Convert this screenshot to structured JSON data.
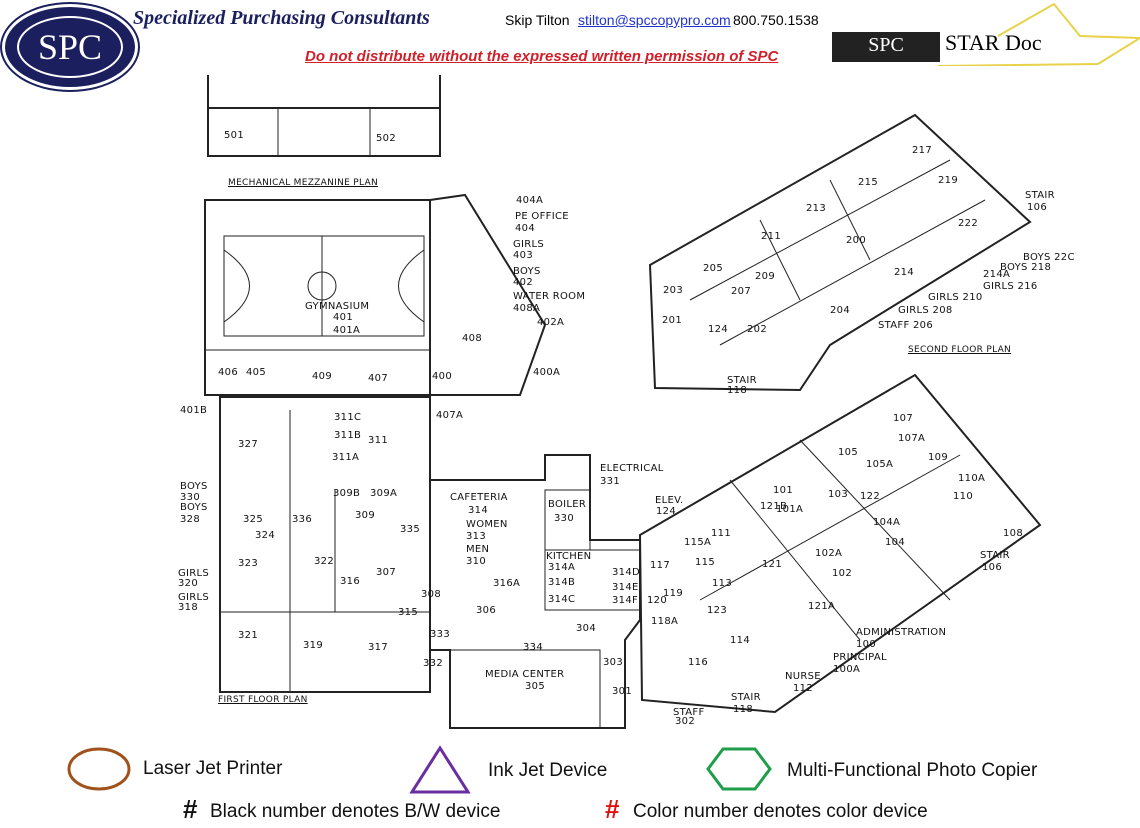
{
  "header": {
    "logo_text": "SPC",
    "company": "Specialized Purchasing Consultants",
    "contact_name": "Skip Tilton",
    "contact_email": "stilton@spccopypro.com",
    "contact_phone": "800.750.1538",
    "warning": "Do not distribute without the expressed written permission of SPC",
    "stardoc_logo": "SPC",
    "stardoc_name": "STAR Doc"
  },
  "plan": {
    "labels": [
      "501",
      "502",
      "MECHANICAL MEZZANINE PLAN",
      "404A",
      "PE OFFICE",
      "404",
      "GIRLS",
      "403",
      "BOYS",
      "402",
      "WATER ROOM",
      "408A",
      "402A",
      "GYMNASIUM",
      "401",
      "401A",
      "408",
      "400",
      "400A",
      "406",
      "405",
      "409",
      "407",
      "401B",
      "407A",
      "311C",
      "311B",
      "311",
      "311A",
      "327",
      "BOYS",
      "330",
      "BOYS",
      "328",
      "309B",
      "309A",
      "325",
      "336",
      "309",
      "324",
      "335",
      "323",
      "322",
      "307",
      "316",
      "GIRLS",
      "320",
      "GIRLS",
      "318",
      "308",
      "315",
      "321",
      "319",
      "317",
      "333",
      "332",
      "FIRST FLOOR PLAN",
      "CAFETERIA",
      "314",
      "WOMEN",
      "313",
      "MEN",
      "310",
      "BOILER",
      "330",
      "KITCHEN",
      "314A",
      "314B",
      "314C",
      "314D",
      "314E",
      "314F",
      "316A",
      "306",
      "304",
      "334",
      "303",
      "MEDIA CENTER",
      "305",
      "301",
      "STAFF",
      "302",
      "ELECTRICAL",
      "331",
      "ELEV.",
      "124",
      "117",
      "115A",
      "111",
      "115",
      "113",
      "121B",
      "101",
      "101A",
      "103",
      "105",
      "105A",
      "122",
      "107",
      "107A",
      "109",
      "110A",
      "110",
      "108",
      "104A",
      "104",
      "102A",
      "102",
      "121",
      "119",
      "120",
      "118A",
      "123",
      "121A",
      "ADMINISTRATION",
      "100",
      "PRINCIPAL",
      "100A",
      "NURSE",
      "112",
      "116",
      "114",
      "STAIR",
      "118",
      "STAIR",
      "106",
      "217",
      "215",
      "219",
      "222",
      "STAIR",
      "106",
      "213",
      "211",
      "200",
      "214",
      "214A",
      "205",
      "207",
      "209",
      "203",
      "201",
      "124",
      "202",
      "204",
      "BOYS 22C",
      "BOYS 218",
      "GIRLS 216",
      "GIRLS 210",
      "GIRLS 208",
      "STAFF 206",
      "STAIR",
      "118",
      "SECOND FLOOR PLAN"
    ]
  },
  "legend": {
    "laser": "Laser Jet Printer",
    "inkjet": "Ink Jet Device",
    "mfp": "Multi-Functional Photo Copier",
    "hash": "#",
    "bw": "Black number denotes B/W device",
    "color": "Color number denotes color device",
    "colors": {
      "laser": "#a0521c",
      "inkjet": "#6a2ea0",
      "mfp": "#1f9e4a",
      "color_hash": "#e01010"
    }
  }
}
